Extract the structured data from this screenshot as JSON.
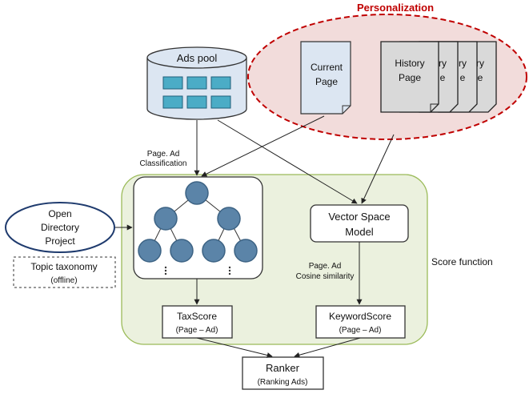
{
  "personalization": {
    "title": "Personalization",
    "current_page": [
      "Current",
      "Page"
    ],
    "history_page": [
      "History",
      "Page"
    ]
  },
  "ads_pool": {
    "label": "Ads pool"
  },
  "classification": {
    "line1": "Page. Ad",
    "line2": "Classification"
  },
  "open_directory": [
    "Open",
    "Directory",
    "Project"
  ],
  "topic_taxonomy": {
    "title": "Topic taxonomy",
    "note": "(offline)"
  },
  "vector_space": [
    "Vector Space",
    "Model"
  ],
  "cosine": {
    "line1": "Page. Ad",
    "line2": "Cosine similarity"
  },
  "score_function": "Score function",
  "tax_score": {
    "title": "TaxScore",
    "sub": "(Page – Ad)"
  },
  "keyword_score": {
    "title": "KeywordScore",
    "sub": "(Page – Ad)"
  },
  "ranker": {
    "title": "Ranker",
    "sub": "(Ranking Ads)"
  },
  "colors": {
    "accent_red": "#c00000",
    "personalization_fill": "#f2dcdb",
    "score_fill": "#ebf1de",
    "score_border": "#9bbb59",
    "node_fill": "#5b84a8",
    "node_stroke": "#3d6384",
    "ads_tile": "#4bacc6",
    "current_page_fill": "#dce6f2",
    "history_page_fill": "#d9d9d9"
  }
}
